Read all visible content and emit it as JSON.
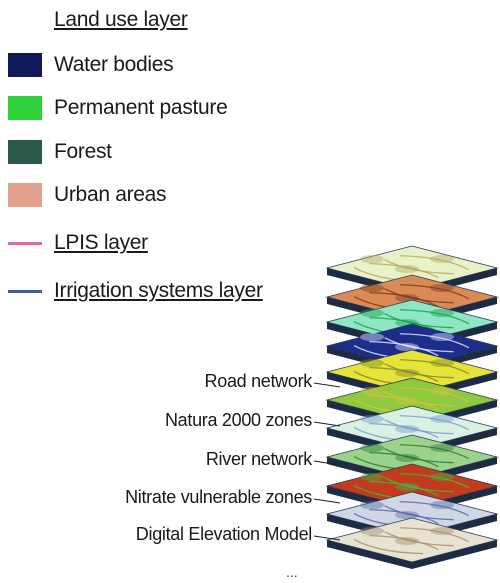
{
  "legend": {
    "title": "Land use layer",
    "items": [
      {
        "label": "Water bodies",
        "color": "#0e1a5a"
      },
      {
        "label": "Permanent pasture",
        "color": "#2fd23a"
      },
      {
        "label": "Forest",
        "color": "#2b5a4a"
      },
      {
        "label": "Urban areas",
        "color": "#e3a08c"
      }
    ],
    "lines": [
      {
        "label": "LPIS layer",
        "color": "#e066b0"
      },
      {
        "label": "Irrigation systems layer",
        "color": "#3a5f9e"
      }
    ]
  },
  "layer_labels": [
    "Road network",
    "Natura 2000 zones",
    "River network",
    "Nitrate vulnerable zones",
    "Digital Elevation Model"
  ],
  "ellipsis": "...",
  "layers": [
    {
      "name": "lpis",
      "fill": "#e7f2c8",
      "accent": "#b7a766"
    },
    {
      "name": "irrigation",
      "fill": "#d98a55",
      "accent": "#7a3b22"
    },
    {
      "name": "land-use",
      "fill": "#8fe6c5",
      "accent": "#1aa04a"
    },
    {
      "name": "water",
      "fill": "#1c2d8c",
      "accent": "#dfe6ff"
    },
    {
      "name": "road",
      "fill": "#e6e33a",
      "accent": "#7c8a22"
    },
    {
      "name": "natura",
      "fill": "#8fc93f",
      "accent": "#d8c23a"
    },
    {
      "name": "river",
      "fill": "#d9f1e0",
      "accent": "#7a9ad1"
    },
    {
      "name": "nitrate",
      "fill": "#9bd38a",
      "accent": "#2d7a3a"
    },
    {
      "name": "dem",
      "fill": "#c33a1c",
      "accent": "#3cbd3a"
    },
    {
      "name": "base-1",
      "fill": "#cfd6e6",
      "accent": "#5a6aa0"
    },
    {
      "name": "base-2",
      "fill": "#e8e2d0",
      "accent": "#a09070"
    }
  ]
}
